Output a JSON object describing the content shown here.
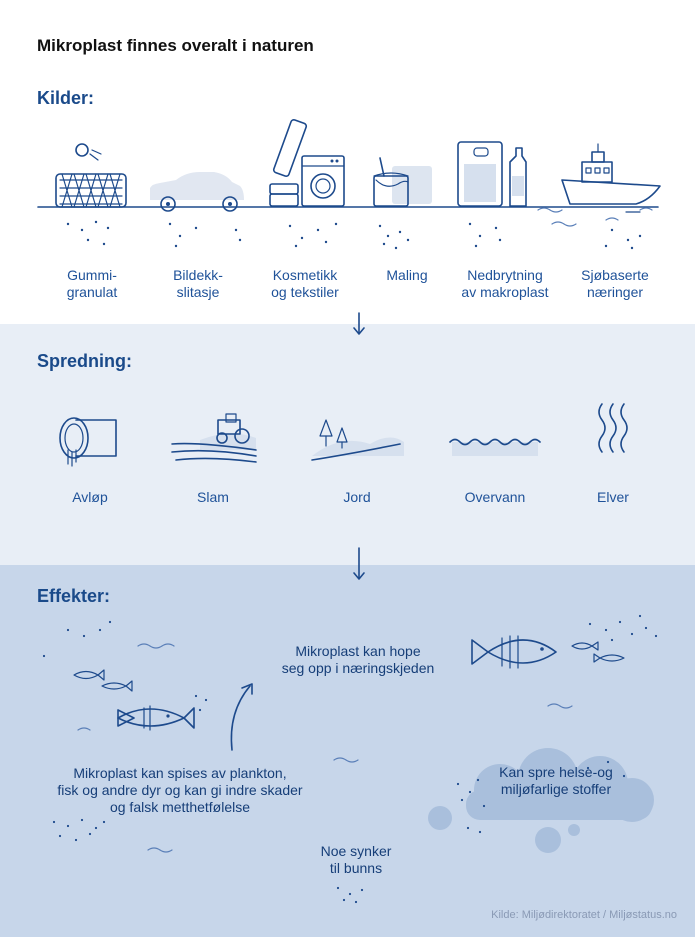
{
  "title": "Mikroplast finnes overalt i naturen",
  "sections": {
    "kilder": "Kilder:",
    "spredning": "Spredning:",
    "effekter": "Effekter:"
  },
  "kilder_items": [
    {
      "label": "Gummi-\ngranulat",
      "icon": "rubber-granulate-icon"
    },
    {
      "label": "Bildekk-\nslitasje",
      "icon": "car-tire-icon"
    },
    {
      "label": "Kosmetikk\nog tekstiler",
      "icon": "cosmetics-washer-icon"
    },
    {
      "label": "Maling",
      "icon": "paint-bucket-icon"
    },
    {
      "label": "Nedbrytning\nav makroplast",
      "icon": "plastic-container-icon"
    },
    {
      "label": "Sjøbaserte\nnæringer",
      "icon": "boat-icon"
    }
  ],
  "spredning_items": [
    {
      "label": "Avløp",
      "icon": "pipe-icon"
    },
    {
      "label": "Slam",
      "icon": "tractor-icon"
    },
    {
      "label": "Jord",
      "icon": "trees-icon"
    },
    {
      "label": "Overvann",
      "icon": "water-surface-icon"
    },
    {
      "label": "Elver",
      "icon": "river-icon"
    }
  ],
  "effekter_texts": {
    "food_chain": "Mikroplast kan hope\nseg opp i næringskjeden",
    "eaten": "Mikroplast kan spises av plankton,\nfisk og andre dyr og kan gi indre skader\nog falsk metthetfølelse",
    "toxins": "Kan spre helse-og\nmiljøfarlige stoffer",
    "sinks": "Noe synker\ntil bunns"
  },
  "source": "Kilde: Miljødirektoratet / Miljøstatus.no",
  "colors": {
    "primary": "#1d4a8c",
    "band_light": "#e8eef6",
    "band_dark": "#c7d6ea"
  }
}
